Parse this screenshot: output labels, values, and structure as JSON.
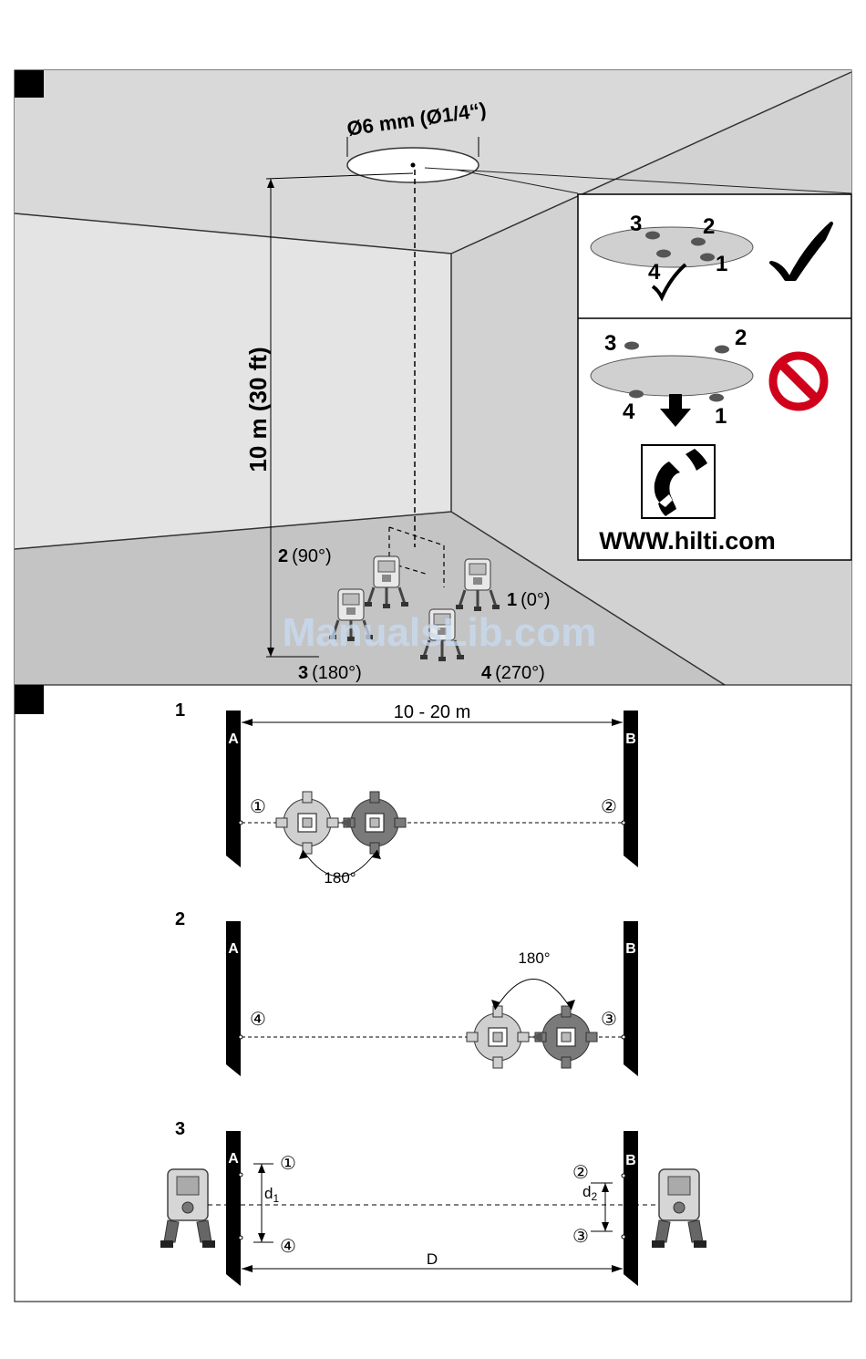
{
  "figure1": {
    "diameter_label": "Ø6 mm (Ø1/4“)",
    "height_label": "10 m (30 ft)",
    "positions": [
      {
        "num": "1",
        "angle": "(0°)"
      },
      {
        "num": "2",
        "angle": "(90°)"
      },
      {
        "num": "3",
        "angle": "(180°)"
      },
      {
        "num": "4",
        "angle": "(270°)"
      }
    ],
    "ok_panel": {
      "labels": [
        "3",
        "2",
        "4",
        "1"
      ]
    },
    "bad_panel": {
      "labels": [
        "3",
        "2",
        "4",
        "1"
      ],
      "url": "WWW.hilti.com"
    },
    "watermark": "ManualsLib.com"
  },
  "figure2": {
    "step1": {
      "num": "1",
      "distance": "10 - 20 m",
      "wall_left": "A",
      "wall_right": "B",
      "mark_left": "①",
      "mark_right": "②",
      "rotation": "180°"
    },
    "step2": {
      "num": "2",
      "wall_left": "A",
      "wall_right": "B",
      "mark_left": "④",
      "mark_right": "③",
      "rotation": "180°"
    },
    "step3": {
      "num": "3",
      "wall_left": "A",
      "wall_right": "B",
      "mark_1": "①",
      "mark_4": "④",
      "mark_2": "②",
      "mark_3": "③",
      "d1": "d",
      "d1_sub": "1",
      "d2": "d",
      "d2_sub": "2",
      "D": "D"
    }
  },
  "colors": {
    "floor": "#c8c8c8",
    "ceiling": "#d9d9d9",
    "wall_left": "#e2e2e2",
    "wall_right": "#d2d2d2",
    "prohibited": "#d0021b"
  }
}
